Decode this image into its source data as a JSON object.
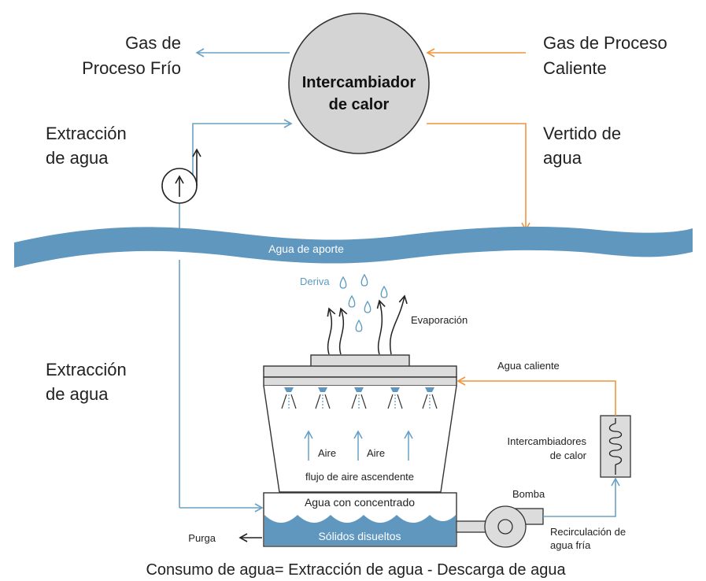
{
  "colors": {
    "blue": "#6aa0c4",
    "water": "#5f97bf",
    "orange": "#f0943a",
    "exchanger_fill": "#d4d4d4",
    "gray_fill": "#dcdcdc"
  },
  "exchanger": {
    "line1": "Intercambiador",
    "line2": "de calor"
  },
  "cold_gas": {
    "line1": "Gas de",
    "line2": "Proceso Frío"
  },
  "hot_gas": {
    "line1": "Gas de Proceso",
    "line2": "Caliente"
  },
  "extraction_top": {
    "line1": "Extracción",
    "line2": "de agua"
  },
  "discharge": {
    "line1": "Vertido de",
    "line2": "agua"
  },
  "river_label": "Agua de aporte",
  "drift_label": "Deriva",
  "evaporation_label": "Evaporación",
  "hot_water_label": "Agua caliente",
  "extraction_bottom": {
    "line1": "Extracción",
    "line2": "de agua"
  },
  "air_label_1": "Aire",
  "air_label_2": "Aire",
  "updraft_label": "flujo de aire ascendente",
  "heat_exchangers": {
    "line1": "Intercambiadores",
    "line2": "de calor"
  },
  "basin_label": "Agua con concentrado",
  "solids_label": "Sólidos disueltos",
  "purge_label": "Purga",
  "pump_label": "Bomba",
  "recirc": {
    "line1": "Recirculación de",
    "line2": "agua fría"
  },
  "footer": "Consumo de agua= Extracción de agua - Descarga de agua",
  "icons": [
    "pump-symbol-icon",
    "droplet-icon",
    "spray-nozzle-icon",
    "coil-icon",
    "centrifugal-pump-icon"
  ]
}
